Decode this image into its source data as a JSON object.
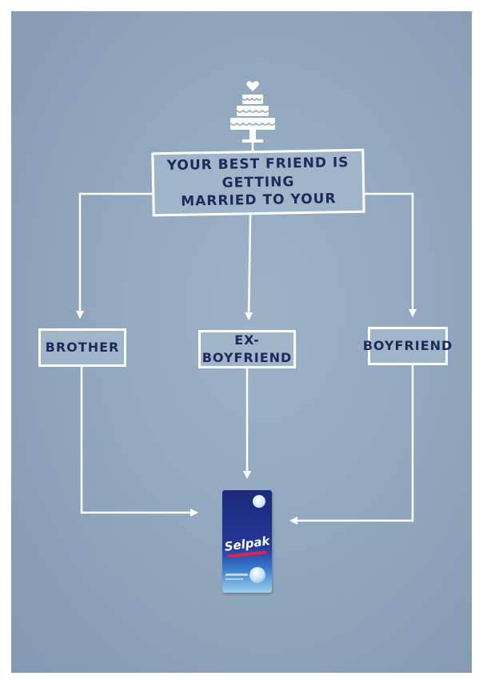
{
  "diagram": {
    "question_lines": [
      "YOUR BEST FRIEND IS GETTING",
      "MARRIED TO YOUR"
    ],
    "options": [
      "BROTHER",
      "EX-BOYFRIEND",
      "BOYFRIEND"
    ]
  },
  "product": {
    "brand": "Selpak",
    "pack_color": "#23389a"
  },
  "colors": {
    "background": "#8fa6bd",
    "line": "#ffffff",
    "text": "#1f2a5a"
  },
  "icons": [
    "wedding-cake-icon",
    "heart-icon"
  ]
}
